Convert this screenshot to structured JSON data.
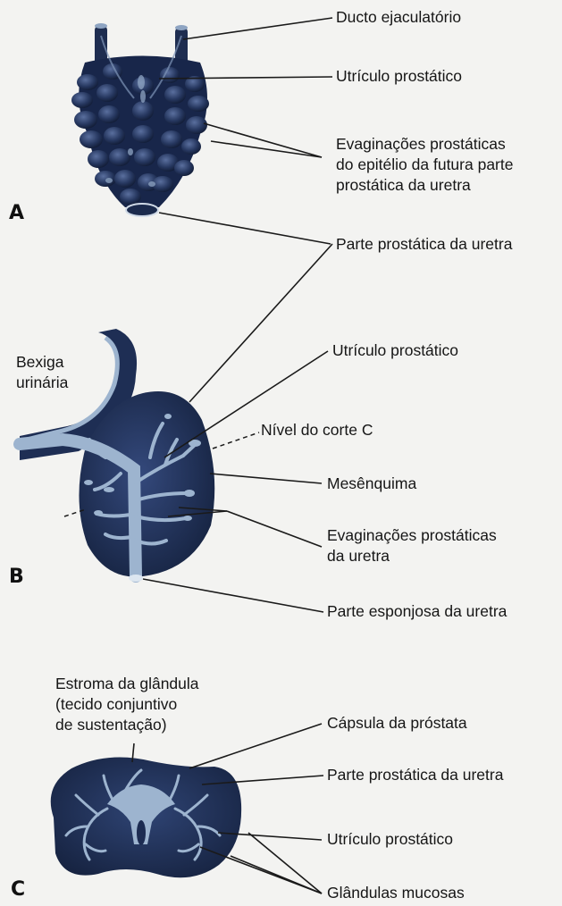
{
  "panels": [
    "A",
    "B",
    "C"
  ],
  "labels_a": {
    "ducto": "Ducto ejaculatório",
    "utriculo": "Utrículo prostático",
    "evaginacoes": [
      "Evaginações prostáticas",
      "do epitélio da futura parte",
      "prostática da uretra"
    ],
    "parte_prostatica": "Parte prostática da uretra"
  },
  "labels_b": {
    "bexiga": [
      "Bexiga",
      "urinária"
    ],
    "utriculo": "Utrículo prostático",
    "nivel": "Nível do corte C",
    "mesenquima": "Mesênquima",
    "evaginacoes": [
      "Evaginações prostáticas",
      "da uretra"
    ],
    "esponjosa": "Parte esponjosa da uretra"
  },
  "labels_c": {
    "estroma": [
      "Estroma da glândula",
      "(tecido conjuntivo",
      "de sustentação)"
    ],
    "capsula": "Cápsula da próstata",
    "parte_prostatica": "Parte prostática da uretra",
    "utriculo": "Utrículo prostático",
    "glandulas": "Glândulas mucosas"
  },
  "colors": {
    "tissue_dark": "#1c2c52",
    "tissue_mid": "#2f4576",
    "epithelium": "#9db4cf",
    "line": "#1a1a1a"
  }
}
